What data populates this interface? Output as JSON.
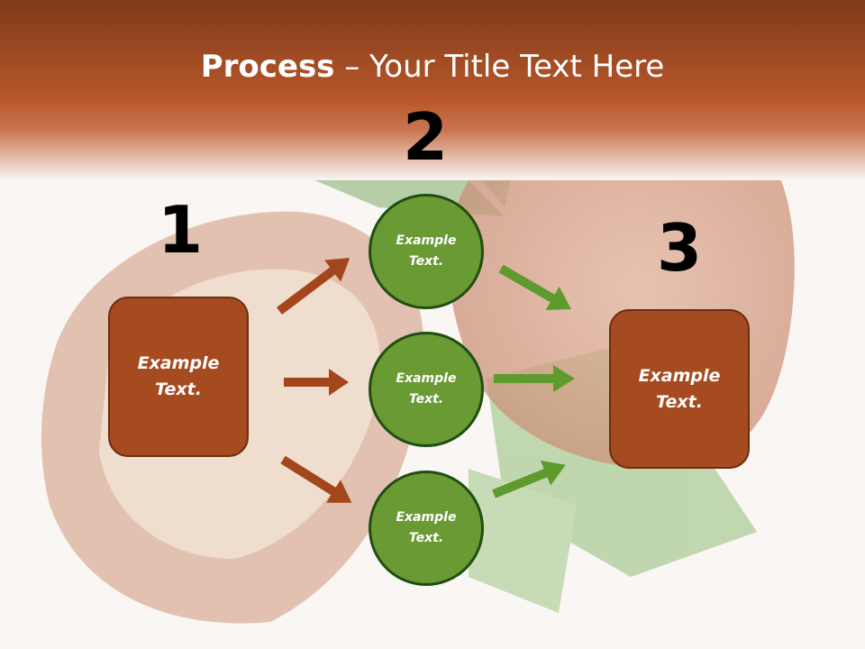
{
  "slide": {
    "title_bold": "Process",
    "title_rest": " – Your Title Text Here",
    "step_numbers": [
      "1",
      "2",
      "3"
    ],
    "left_box": {
      "line1": "Example",
      "line2": "Text."
    },
    "right_box": {
      "line1": "Example",
      "line2": "Text."
    },
    "circles": [
      {
        "line1": "Example",
        "line2": "Text."
      },
      {
        "line1": "Example",
        "line2": "Text."
      },
      {
        "line1": "Example",
        "line2": "Text."
      }
    ]
  },
  "colors": {
    "header_top": "#7e3a19",
    "header_mid": "#b8572a",
    "box_fill": "#a64a20",
    "box_border": "#6b2e12",
    "circle_fill": "#6a9a34",
    "circle_border": "#1f4d12",
    "arrow_brown": "#a4461c",
    "arrow_green": "#5f9a2e"
  }
}
